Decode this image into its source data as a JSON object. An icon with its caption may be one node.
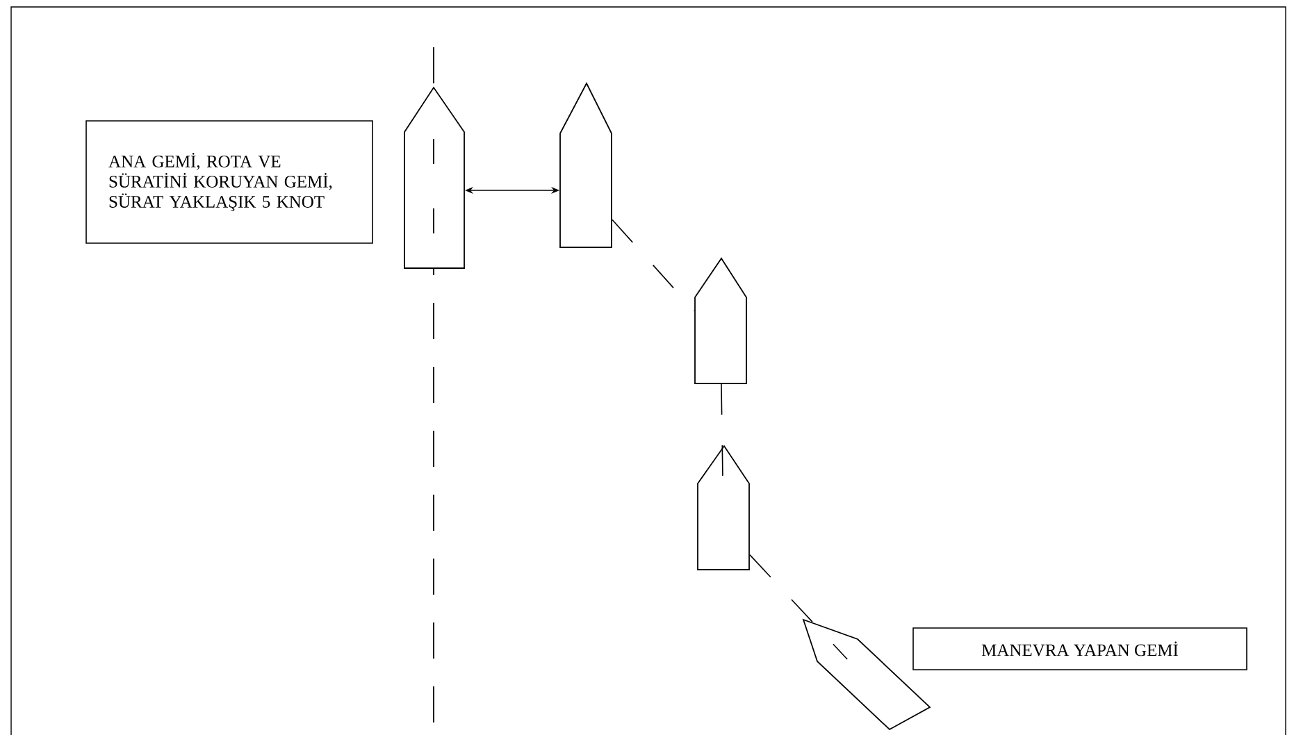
{
  "diagram": {
    "nodes": [
      {
        "text": [
          "ANA GEMİ, ROTA VE SÜRATİNİ KORUYAN GEMİ, SÜRAT YAKLAŞIK 5 KNOT"
        ]
      },
      {
        "text": [],
        "shape": "ship"
      },
      {
        "text": [],
        "shape": "ship"
      },
      {
        "text": [],
        "shape": "ship"
      },
      {
        "text": [],
        "shape": "ship"
      },
      {
        "text": [],
        "shape": "ship"
      },
      {
        "text": [
          "MANEVRA YAPAN GEMİ"
        ]
      }
    ],
    "edges": [
      {
        "from": 1,
        "to": 2,
        "arrow": "both"
      },
      {
        "from": 2,
        "to": 3,
        "arrow": "none",
        "style": "dashed"
      },
      {
        "from": 3,
        "to": 4,
        "arrow": "none",
        "style": "dashed"
      },
      {
        "from": 4,
        "to": 5,
        "arrow": "none",
        "style": "dashed"
      }
    ]
  }
}
